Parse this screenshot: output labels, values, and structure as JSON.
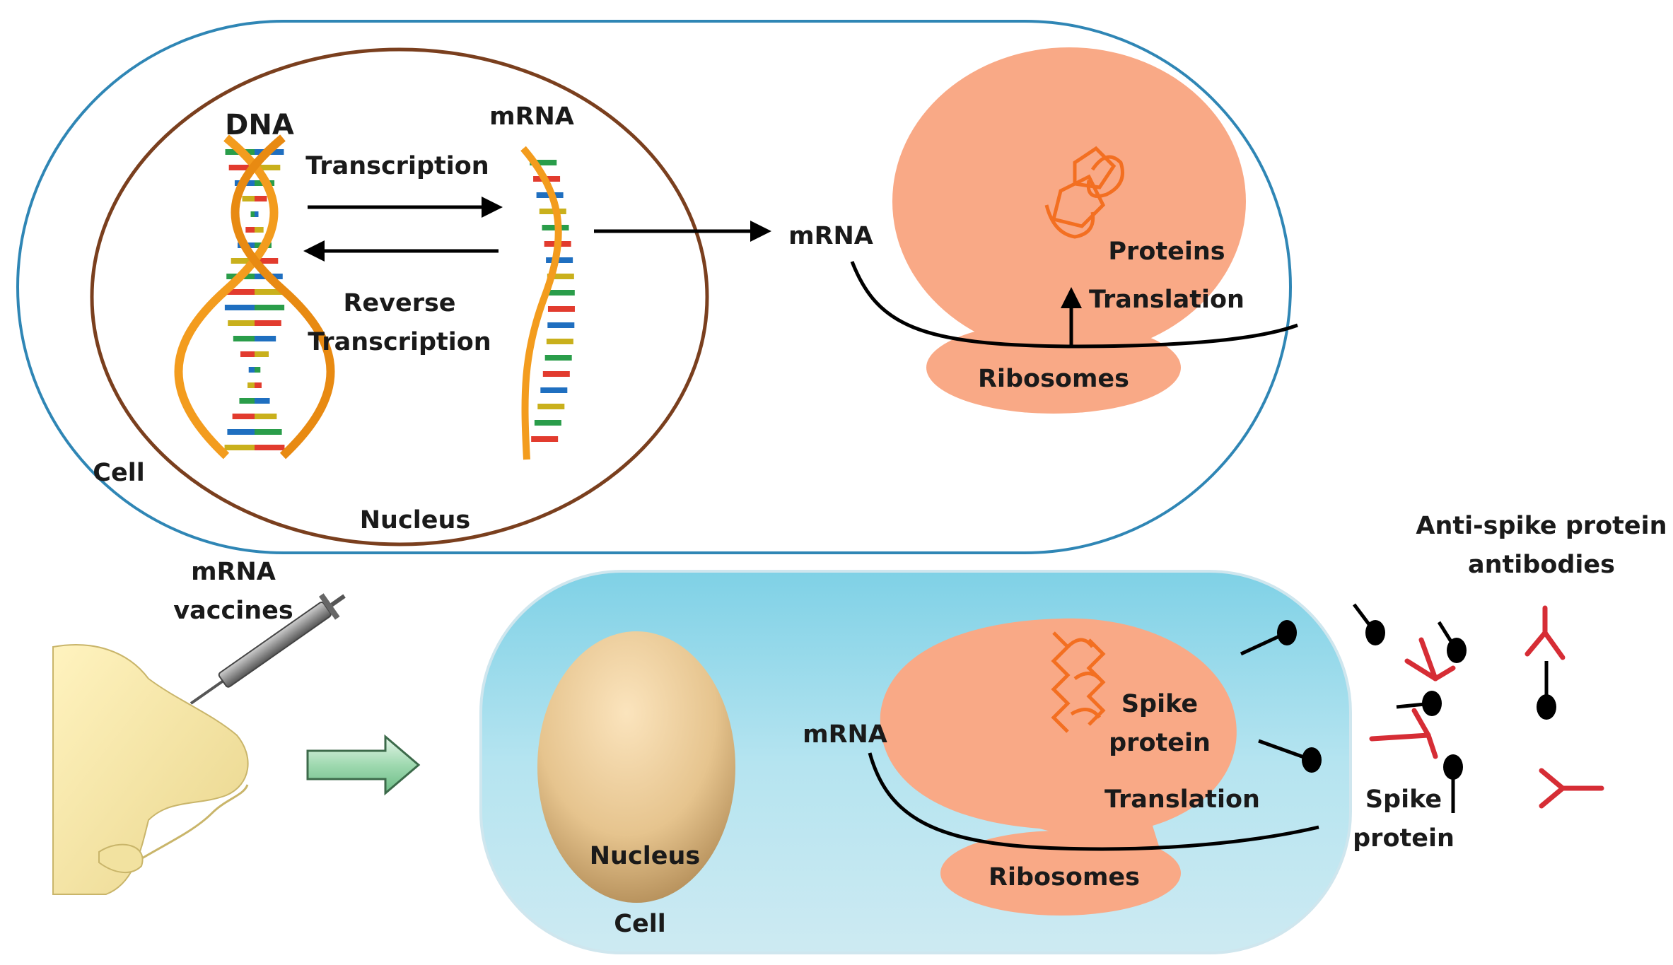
{
  "top_panel": {
    "dna_label": "DNA",
    "mrna_nucleus_label": "mRNA",
    "transcription_label": "Transcription",
    "reverse_transcription_line1": "Reverse",
    "reverse_transcription_line2": "Transcription",
    "cell_label": "Cell",
    "nucleus_label": "Nucleus",
    "mrna_cytoplasm_label": "mRNA",
    "proteins_label": "Proteins",
    "translation_label": "Translation",
    "ribosomes_label": "Ribosomes"
  },
  "bottom_panel": {
    "vaccine_line1": "mRNA",
    "vaccine_line2": "vaccines",
    "nucleus_label": "Nucleus",
    "cell_label": "Cell",
    "mrna_label": "mRNA",
    "spike_protein_line1": "Spike",
    "spike_protein_line2": "protein",
    "translation_label": "Translation",
    "ribosomes_label": "Ribosomes",
    "outside_spike_line1": "Spike",
    "outside_spike_line2": "protein",
    "antibodies_line1": "Anti-spike protein",
    "antibodies_line2": "antibodies"
  },
  "colors": {
    "cell_outline": "#2f86b5",
    "nucleus_outline": "#7a3f1e",
    "ribosome_fill": "#f9a986",
    "protein_chain": "#f36f21",
    "antibody": "#d62d35",
    "cell_fill_bottom": "#9fdcec",
    "dna_backbone": "#f39c1e"
  }
}
